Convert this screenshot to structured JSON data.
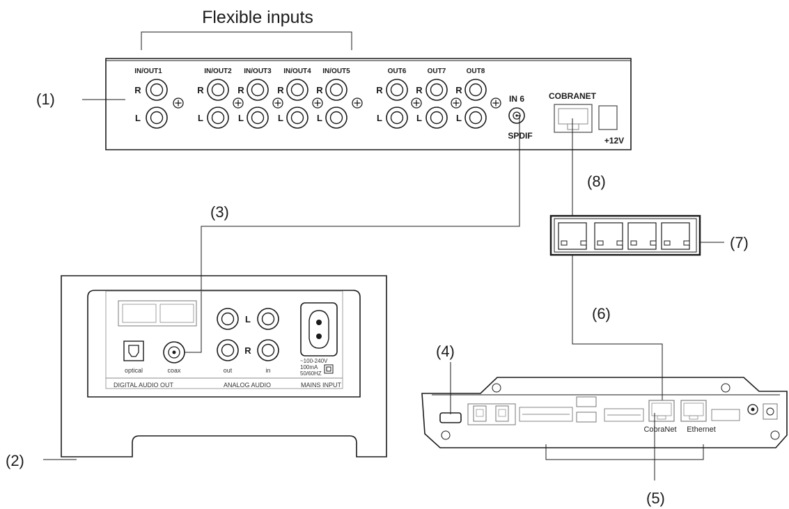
{
  "title": "Flexible inputs",
  "callouts": {
    "c1": "(1)",
    "c2": "(2)",
    "c3": "(3)",
    "c4": "(4)",
    "c5": "(5)",
    "c6": "(6)",
    "c7": "(7)",
    "c8": "(8)"
  },
  "device1": {
    "jacks": [
      "IN/OUT1",
      "IN/OUT2",
      "IN/OUT3",
      "IN/OUT4",
      "IN/OUT5",
      "OUT6",
      "OUT7",
      "OUT8"
    ],
    "r": "R",
    "l": "L",
    "in6": "IN 6",
    "spdif": "SPDIF",
    "cobranet": "COBRANET",
    "power": "+12V"
  },
  "device2": {
    "optical": "optical",
    "coax": "coax",
    "out": "out",
    "in": "in",
    "l": "L",
    "r": "R",
    "voltage": "~100-240V",
    "current": "100mA",
    "freq": "50/60HZ",
    "digital_audio_out": "DIGITAL AUDIO OUT",
    "analog_audio": "ANALOG AUDIO",
    "mains_input": "MAINS INPUT"
  },
  "device4": {
    "cobranet": "CobraNet",
    "ethernet": "Ethernet"
  }
}
